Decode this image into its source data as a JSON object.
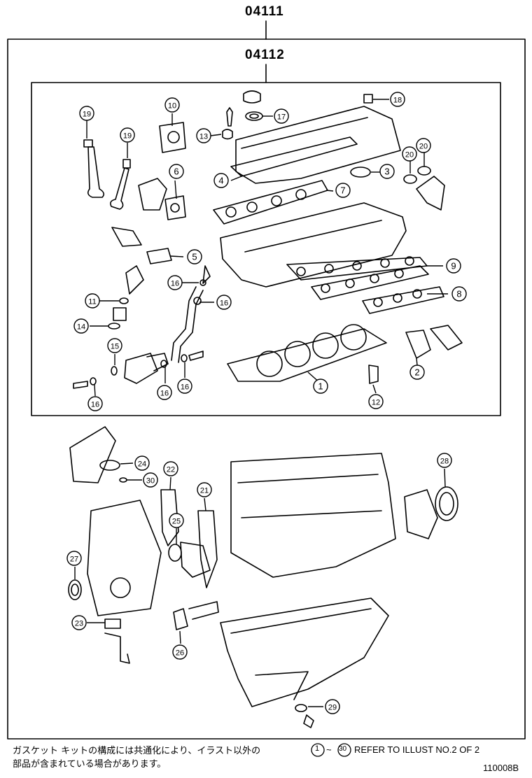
{
  "header": {
    "outer_code": "04111",
    "inner_code": "04112"
  },
  "callouts": [
    {
      "n": "1"
    },
    {
      "n": "2"
    },
    {
      "n": "3"
    },
    {
      "n": "4"
    },
    {
      "n": "5"
    },
    {
      "n": "6"
    },
    {
      "n": "7"
    },
    {
      "n": "8"
    },
    {
      "n": "9"
    },
    {
      "n": "10"
    },
    {
      "n": "11"
    },
    {
      "n": "12"
    },
    {
      "n": "13"
    },
    {
      "n": "14"
    },
    {
      "n": "15"
    },
    {
      "n": "16"
    },
    {
      "n": "16"
    },
    {
      "n": "16"
    },
    {
      "n": "16"
    },
    {
      "n": "16"
    },
    {
      "n": "17"
    },
    {
      "n": "18"
    },
    {
      "n": "19"
    },
    {
      "n": "19"
    },
    {
      "n": "20"
    },
    {
      "n": "20"
    },
    {
      "n": "21"
    },
    {
      "n": "22"
    },
    {
      "n": "23"
    },
    {
      "n": "24"
    },
    {
      "n": "25"
    },
    {
      "n": "26"
    },
    {
      "n": "27"
    },
    {
      "n": "28"
    },
    {
      "n": "29"
    },
    {
      "n": "30"
    }
  ],
  "footer": {
    "note_line1": "ガスケット キットの構成には共通化により、イラスト以外の",
    "note_line2": "部品が含まれている場合があります。",
    "ref_from": "1",
    "ref_sep": "~",
    "ref_to": "30",
    "ref_text": "REFER TO ILLUST NO.2 OF 2",
    "illustration_code": "110008B"
  }
}
